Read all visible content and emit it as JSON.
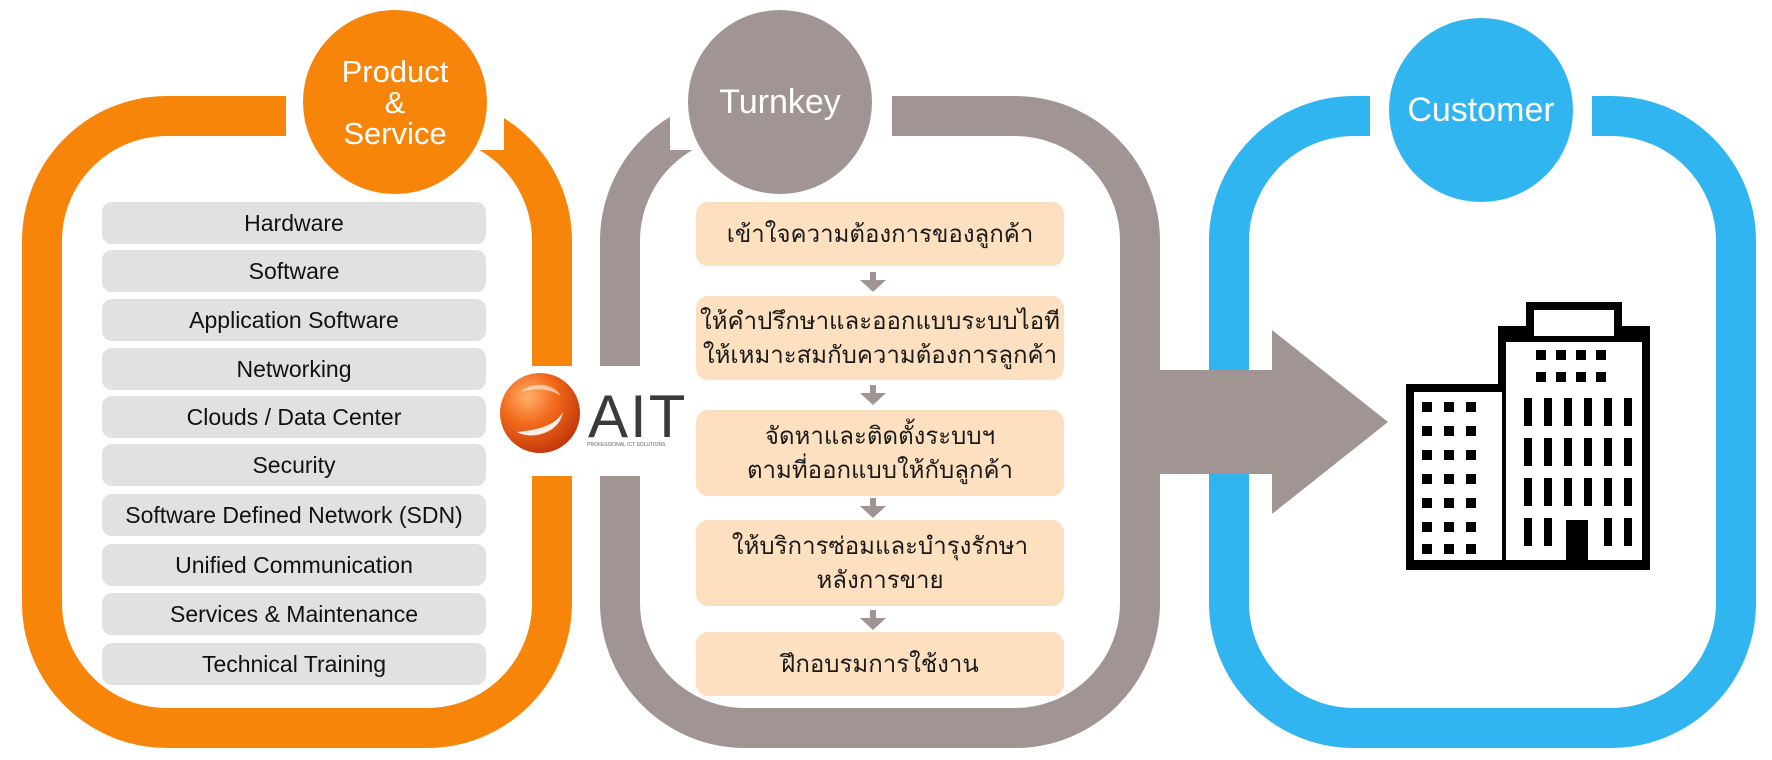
{
  "colors": {
    "product_orange": "#f7850a",
    "turnkey_gray": "#a19593",
    "customer_blue": "#30b5f0",
    "pill_gray": "#e2e1e1",
    "step_peach": "#fde0bf",
    "arrow_gray": "#a19593",
    "building_black": "#000000"
  },
  "product": {
    "title_line1": "Product",
    "title_line2": "&",
    "title_line3": "Service",
    "items": [
      "Hardware",
      "Software",
      "Application Software",
      "Networking",
      "Clouds / Data Center",
      "Security",
      "Software Defined Network (SDN)",
      "Unified Communication",
      "Services & Maintenance",
      "Technical Training"
    ]
  },
  "turnkey": {
    "title": "Turnkey",
    "steps": [
      {
        "line1": "เข้าใจความต้องการของลูกค้า",
        "line2": ""
      },
      {
        "line1": "ให้คำปรึกษาและออกแบบระบบไอที",
        "line2": "ให้เหมาะสมกับความต้องการลูกค้า"
      },
      {
        "line1": "จัดหาและติดตั้งระบบฯ",
        "line2": "ตามที่ออกแบบให้กับลูกค้า"
      },
      {
        "line1": "ให้บริการซ่อมและบำรุงรักษา",
        "line2": "หลังการขาย"
      },
      {
        "line1": "ฝึกอบรมการใช้งาน",
        "line2": ""
      }
    ]
  },
  "customer": {
    "title": "Customer",
    "icon": "office-building-icon"
  },
  "logo": {
    "text": "AIT",
    "tagline": "PROFESSIONAL ICT SOLUTIONS",
    "icon": "ait-orb-logo"
  }
}
